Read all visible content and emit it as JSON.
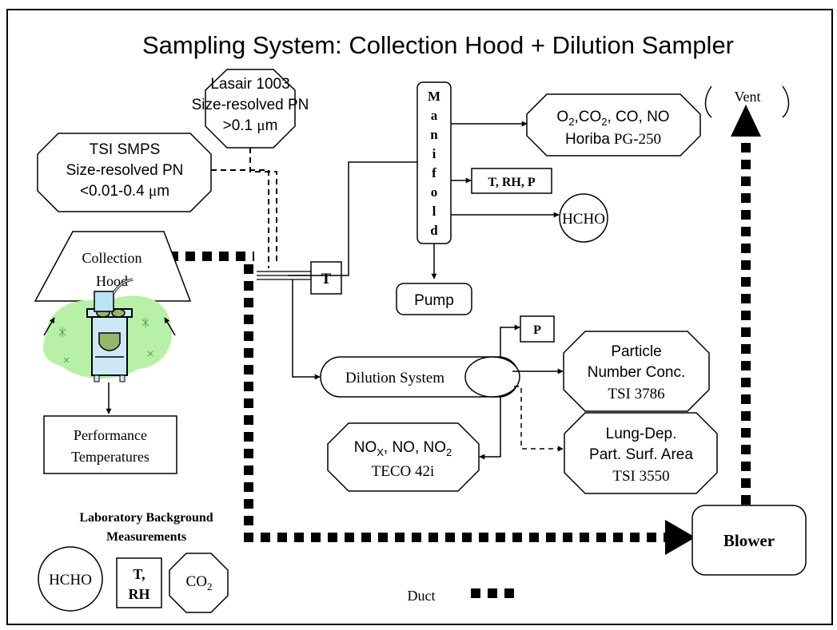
{
  "title": "Sampling System: Collection Hood + Dilution Sampler",
  "nodes": {
    "lasair": {
      "lines": [
        "Lasair 1003",
        "Size-resolved PN"
      ],
      "size_prefix": ">0.1 ",
      "size_mu": "μ",
      "size_unit": "m"
    },
    "tsi_smps": {
      "lines": [
        "TSI SMPS",
        "Size-resolved PN"
      ],
      "size_prefix": "<0.01-0.4 ",
      "size_mu": "μ",
      "size_unit": "m"
    },
    "collection_hood": {
      "lines": [
        "Collection",
        "Hood"
      ]
    },
    "manifold": {
      "letters": [
        "M",
        "a",
        "n",
        "i",
        "f",
        "o",
        "l",
        "d"
      ]
    },
    "horiba": {
      "o": "O",
      "o_sub": "2",
      "co2_prefix": ",CO",
      "co2_sub": "2",
      "rest": ", CO, NO",
      "brand": "Horiba",
      "model": "PG-250"
    },
    "t_rh_p": {
      "label": "T, RH, P"
    },
    "hcho_top": {
      "label": "HCHO"
    },
    "t_probe": {
      "label": "T"
    },
    "pump": {
      "label": "Pump"
    },
    "p_sensor": {
      "label": "P"
    },
    "dilution": {
      "label": "Dilution System"
    },
    "particle_number": {
      "lines": [
        "Particle",
        "Number Conc."
      ],
      "model": "TSI 3786"
    },
    "teco": {
      "nox": "NO",
      "nox_sub": "X",
      "no": ", NO, NO",
      "no2_sub": "2",
      "model": "TECO 42i"
    },
    "lung_dep": {
      "lines": [
        "Lung-Dep.",
        "Part. Surf. Area"
      ],
      "model": "TSI 3550"
    },
    "performance": {
      "lines": [
        "Performance",
        "Temperatures"
      ]
    },
    "vent": {
      "label": "Vent"
    },
    "blower": {
      "label": "Blower"
    }
  },
  "lab_background": {
    "title_lines": [
      "Laboratory Background",
      "Measurements"
    ],
    "hcho": "HCHO",
    "t_rh": [
      "T,",
      "RH"
    ],
    "co2": "CO",
    "co2_sub": "2"
  },
  "legend": {
    "duct_label": "Duct"
  },
  "colors": {
    "ink": "#000000",
    "cooktop_green": "#b8f0a8",
    "pot_blue": "#b9e4f2",
    "stove_blue": "#cde9f5",
    "burner_green": "#96b66c"
  }
}
